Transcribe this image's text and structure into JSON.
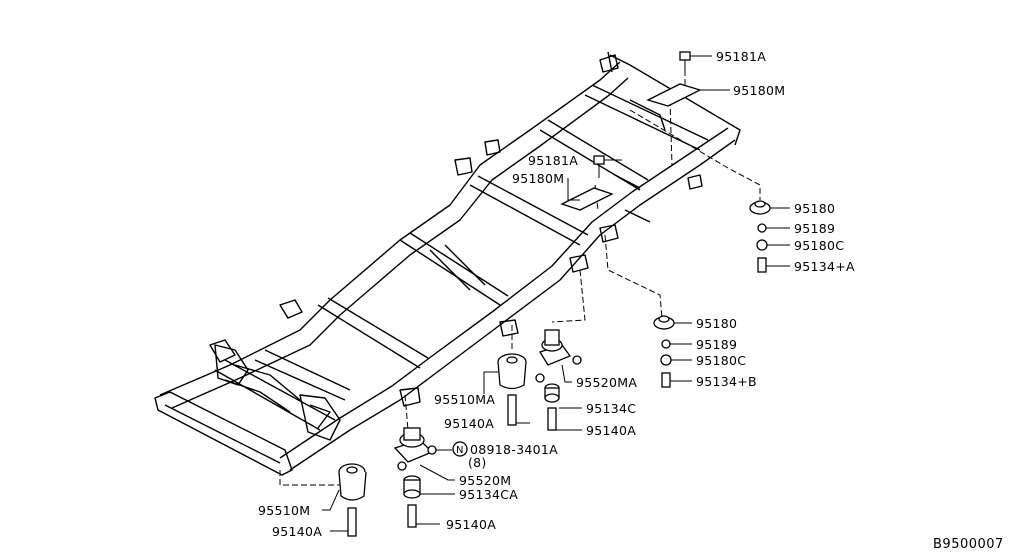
{
  "labels": {
    "p95181A_top": "95181A",
    "p95180M_top": "95180M",
    "p95181A_mid": "95181A",
    "p95180M_mid": "95180M",
    "p95180_a": "95180",
    "p95189_a": "95189",
    "p95180C_a": "95180C",
    "p95134pA": "95134+A",
    "p95180_b": "95180",
    "p95189_b": "95189",
    "p95180C_b": "95180C",
    "p95134pB": "95134+B",
    "p95520MA": "95520MA",
    "p95510MA": "95510MA",
    "p95134C": "95134C",
    "p95140A_1": "95140A",
    "p95140A_2": "95140A",
    "p08918": "08918-3401A",
    "p08918_qty": "(8)",
    "p08918_marker": "N",
    "p95520M": "95520M",
    "p95134CA": "95134CA",
    "p95510M": "95510M",
    "p95140A_3": "95140A",
    "p95140A_4": "95140A"
  },
  "diagram_code": "B9500007"
}
